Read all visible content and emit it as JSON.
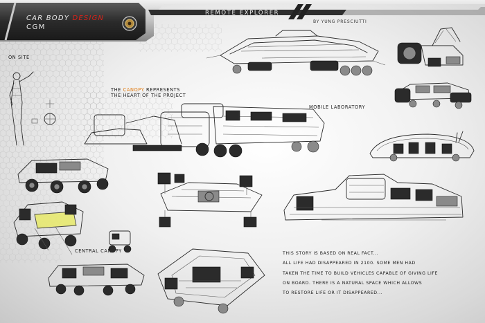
{
  "header": {
    "brand_line1_prefix": "CAR BODY ",
    "brand_line1_accent": "DESIGN",
    "brand_line2": "CGM",
    "title": "REMOTE EXPLORER",
    "author": "BY YUNG PRESCIUTTI"
  },
  "labels": {
    "on_site": "ON SITE",
    "canopy_prefix": "THE ",
    "canopy_accent": "CANOPY",
    "canopy_suffix": " REPRESENTS",
    "canopy_line2": "THE HEART OF THE PROJECT",
    "mobile_laboratory": "MOBILE LABORATORY",
    "central_canopy": "CENTRAL CANOPY"
  },
  "story": {
    "lines": [
      "THIS STORY IS BASED ON REAL FACT...",
      "ALL LIFE HAD DISAPPEARED IN 2100. SOME MEN HAD",
      "TAKEN THE TIME TO BUILD VEHICLES CAPABLE OF GIVING LIFE",
      "ON BOARD. THERE IS A NATURAL SPACE WHICH ALLOWS",
      "TO RESTORE LIFE OR IT DISAPPEARED..."
    ]
  },
  "colors": {
    "accent_red": "#d8231a",
    "accent_orange": "#e07a10",
    "header_dark": "#2e2e2e"
  }
}
